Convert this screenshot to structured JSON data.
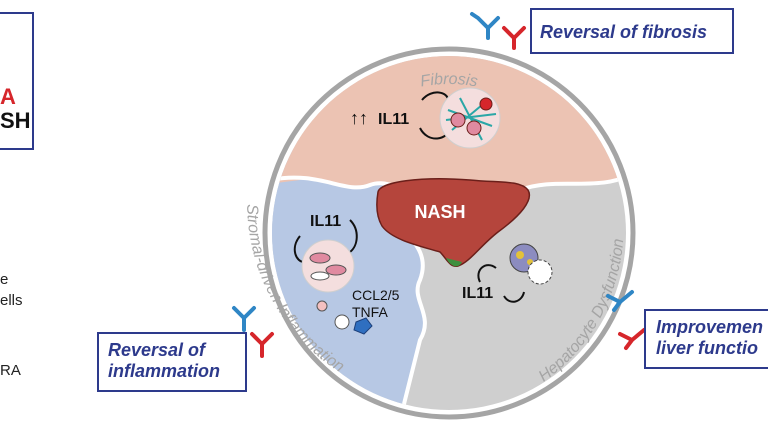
{
  "left_panel": {
    "fragment_red": "A",
    "fragment_black": "SH",
    "line1": "e",
    "line2": "ells",
    "line3": "RA"
  },
  "callouts": {
    "top": "Reversal of fibrosis",
    "left_line1": "Reversal of",
    "left_line2": "inflammation",
    "right_line1": "Improvemen",
    "right_line2": "liver functio"
  },
  "segments": {
    "fibrosis": "Fibrosis",
    "inflammation": "Stromal-driven Inflammation",
    "hepatocyte": "Hepatocyte Dysfunction"
  },
  "center": {
    "label": "NASH"
  },
  "fibrosis_panel": {
    "arrows": "↑↑",
    "il11": "IL11"
  },
  "inflammation_panel": {
    "il11": "IL11",
    "cytokine1": "CCL2/5",
    "cytokine2": "TNFA"
  },
  "hepatocyte_panel": {
    "il11": "IL11"
  },
  "colors": {
    "navy": "#2d3a8c",
    "red": "#d6262b",
    "blue_antibody": "#2f86c5",
    "fibrosis_bg": "#ecc3b3",
    "inflammation_bg": "#b7c8e4",
    "hepatocyte_bg": "#cfcfcf",
    "liver": "#b5453c",
    "ring": "#a5a5a5"
  }
}
